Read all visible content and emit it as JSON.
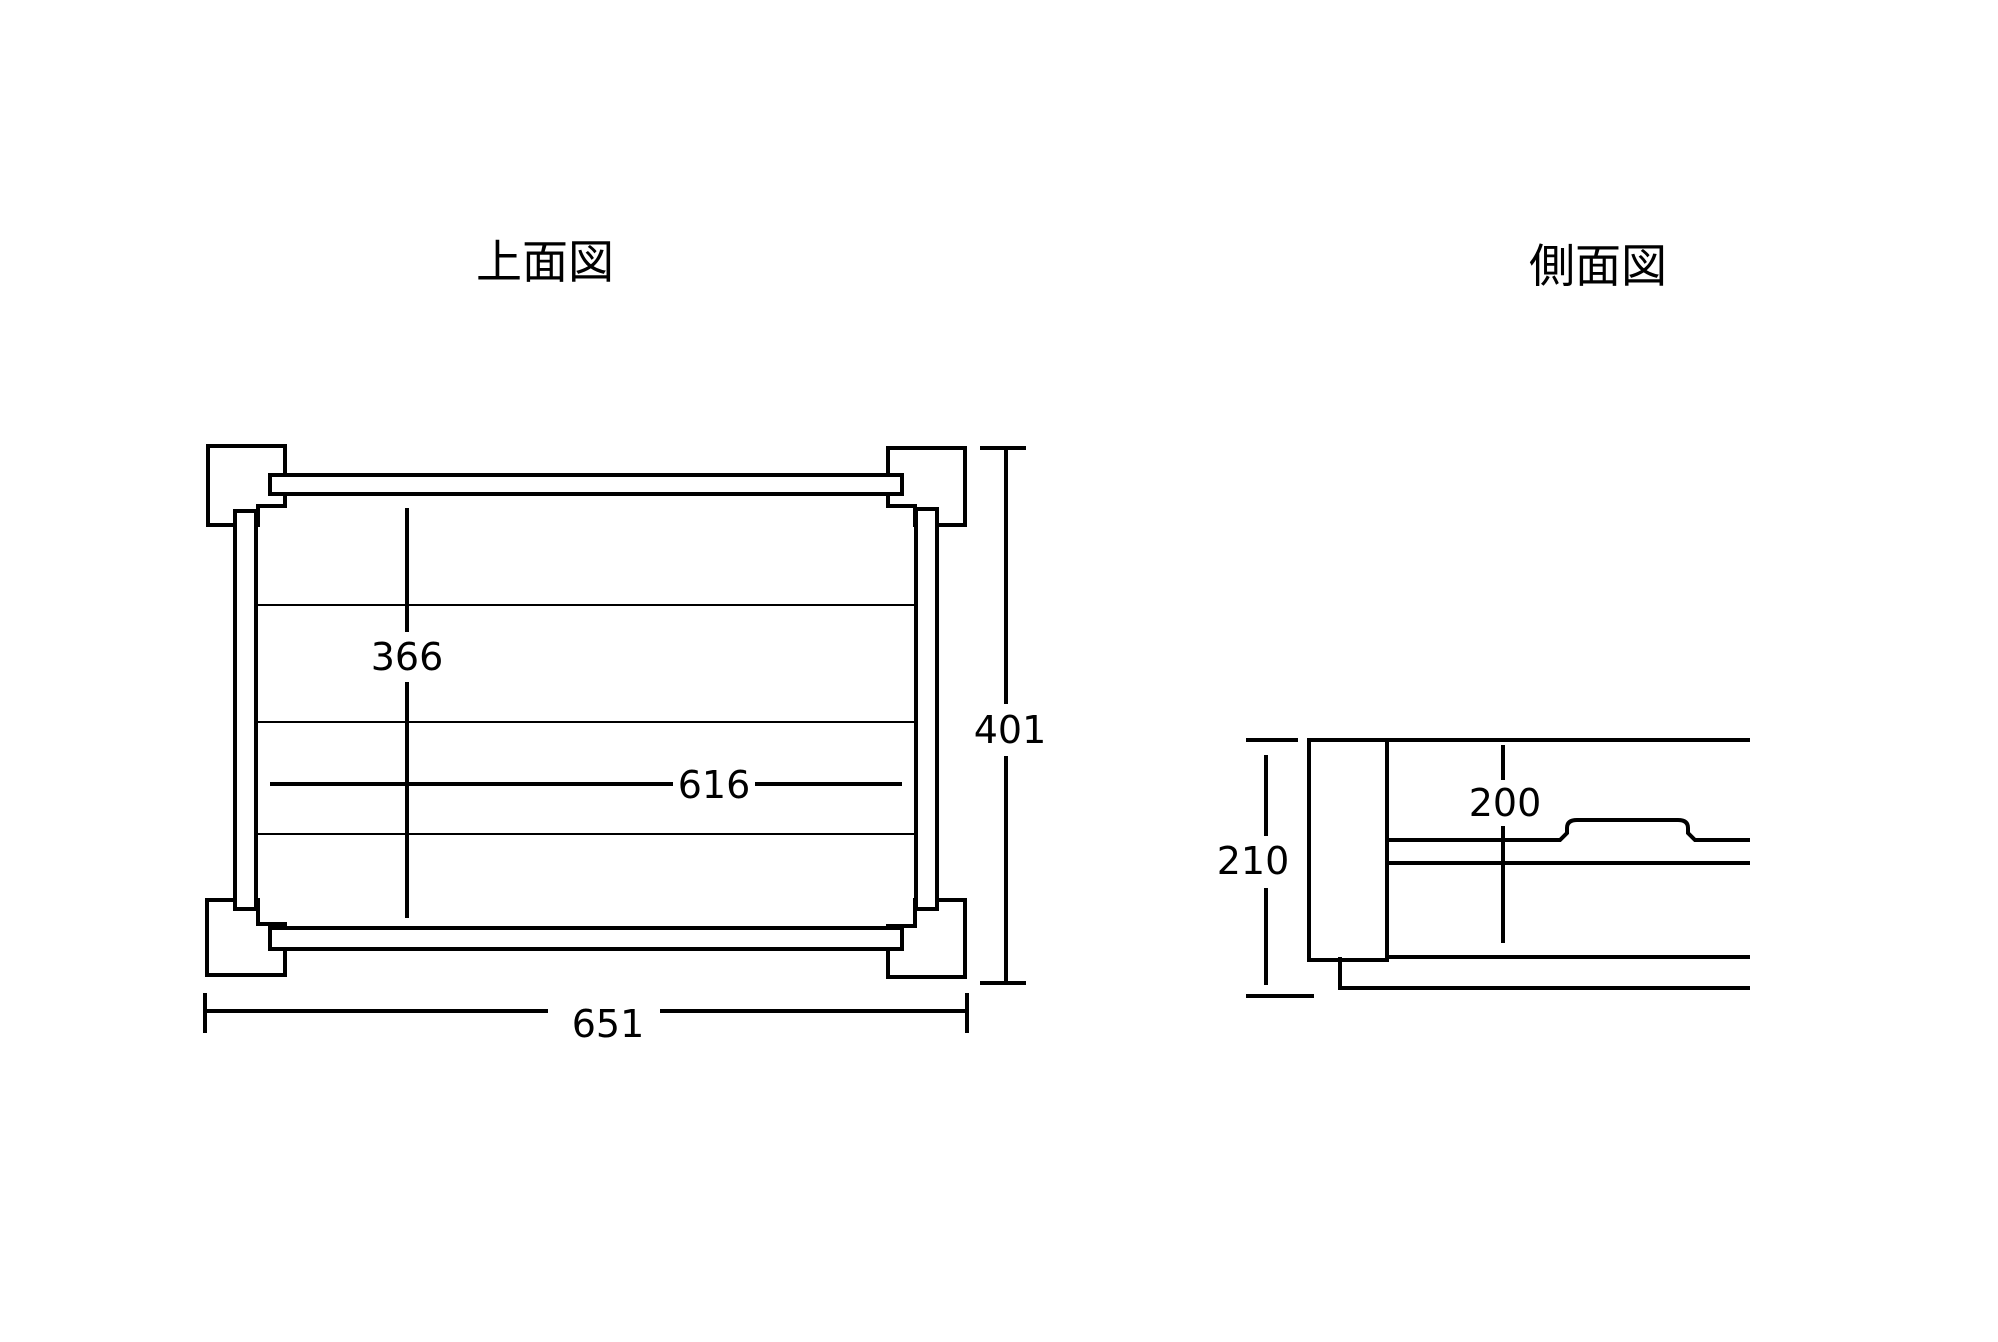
{
  "titles": {
    "top_view": "上面図",
    "side_view": "側面図"
  },
  "dimensions": {
    "inner_depth": "366",
    "inner_width": "616",
    "outer_depth": "401",
    "outer_width": "651",
    "side_height": "210",
    "side_inner_height": "200"
  }
}
